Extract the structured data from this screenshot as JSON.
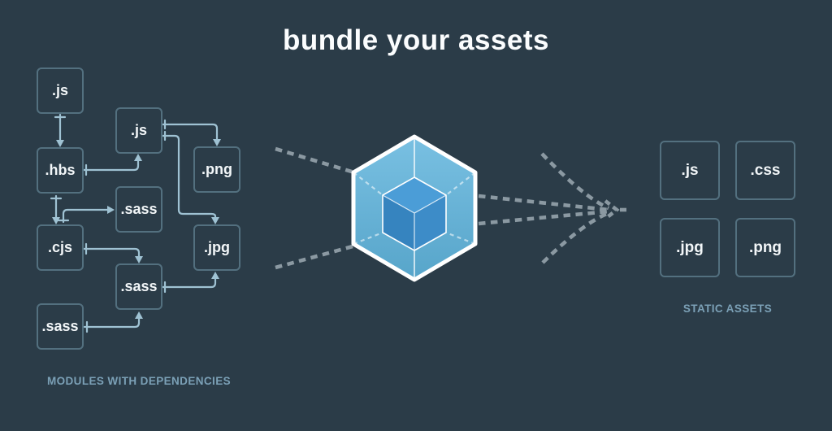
{
  "title": "bundle your assets",
  "left_group": {
    "caption": "MODULES WITH DEPENDENCIES",
    "boxes": [
      {
        "label": ".js"
      },
      {
        "label": ".js"
      },
      {
        "label": ".hbs"
      },
      {
        "label": ".png"
      },
      {
        "label": ".sass"
      },
      {
        "label": ".cjs"
      },
      {
        "label": ".jpg"
      },
      {
        "label": ".sass"
      },
      {
        "label": ".sass"
      }
    ]
  },
  "right_group": {
    "caption": "STATIC ASSETS",
    "boxes": [
      {
        "label": ".js"
      },
      {
        "label": ".css"
      },
      {
        "label": ".jpg"
      },
      {
        "label": ".png"
      }
    ]
  },
  "logo": {
    "name": "webpack-cube-logo"
  },
  "colors": {
    "background": "#2b3c48",
    "box_border": "#53707f",
    "connector": "#9fc2d3",
    "funnel_dash": "#8b99a2",
    "caption_text": "#7ba0b6",
    "title_text": "#fbfdfe",
    "cube_outer_top": "#79c0e2",
    "cube_outer_bottom": "#57a5ca",
    "cube_inner_top": "#4b9dd7",
    "cube_inner_left": "#3684bf",
    "cube_inner_right": "#3d8cc8",
    "cube_outline": "#ffffff"
  }
}
